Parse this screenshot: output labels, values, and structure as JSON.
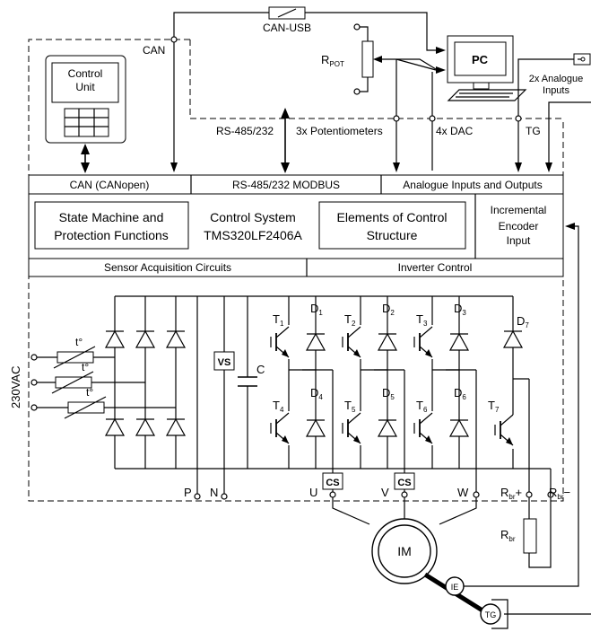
{
  "labels": {
    "can_usb": "CAN-USB",
    "can": "CAN",
    "pc": "PC",
    "rpot_main": "R",
    "rpot_sub": "POT",
    "analogue_inputs_1": "2x Analogue",
    "analogue_inputs_2": "Inputs",
    "rs485": "RS-485/232",
    "potentiometers": "3x Potentiometers",
    "dac": "4x DAC",
    "tg_signal": "TG",
    "control_unit_1": "Control",
    "control_unit_2": "Unit",
    "bus_can": "CAN (CANopen)",
    "bus_modbus": "RS-485/232 MODBUS",
    "bus_analogue": "Analogue Inputs and Outputs",
    "sm_1": "State Machine and",
    "sm_2": "Protection Functions",
    "cs_1": "Control System",
    "cs_2": "TMS320LF2406A",
    "ecs_1": "Elements of Control",
    "ecs_2": "Structure",
    "enc_1": "Incremental",
    "enc_2": "Encoder",
    "enc_3": "Input",
    "sensor": "Sensor Acquisition Circuits",
    "inverter": "Inverter Control",
    "mains": "230VAC",
    "temp": "t°",
    "vs": "VS",
    "cap": "C",
    "t1": "T",
    "t1s": "1",
    "t2": "T",
    "t2s": "2",
    "t3": "T",
    "t3s": "3",
    "t4": "T",
    "t4s": "4",
    "t5": "T",
    "t5s": "5",
    "t6": "T",
    "t6s": "6",
    "t7": "T",
    "t7s": "7",
    "d1": "D",
    "d1s": "1",
    "d2": "D",
    "d2s": "2",
    "d3": "D",
    "d3s": "3",
    "d4": "D",
    "d4s": "4",
    "d5": "D",
    "d5s": "5",
    "d6": "D",
    "d6s": "6",
    "d7": "D",
    "d7s": "7",
    "p": "P",
    "n": "N",
    "u": "U",
    "v": "V",
    "w": "W",
    "cs_sensor": "CS",
    "rbr_plus": "+",
    "rbr_minus": "−",
    "rbr": "R",
    "rbr_sub": "br",
    "im": "IM",
    "ie": "IE",
    "tg": "TG"
  }
}
